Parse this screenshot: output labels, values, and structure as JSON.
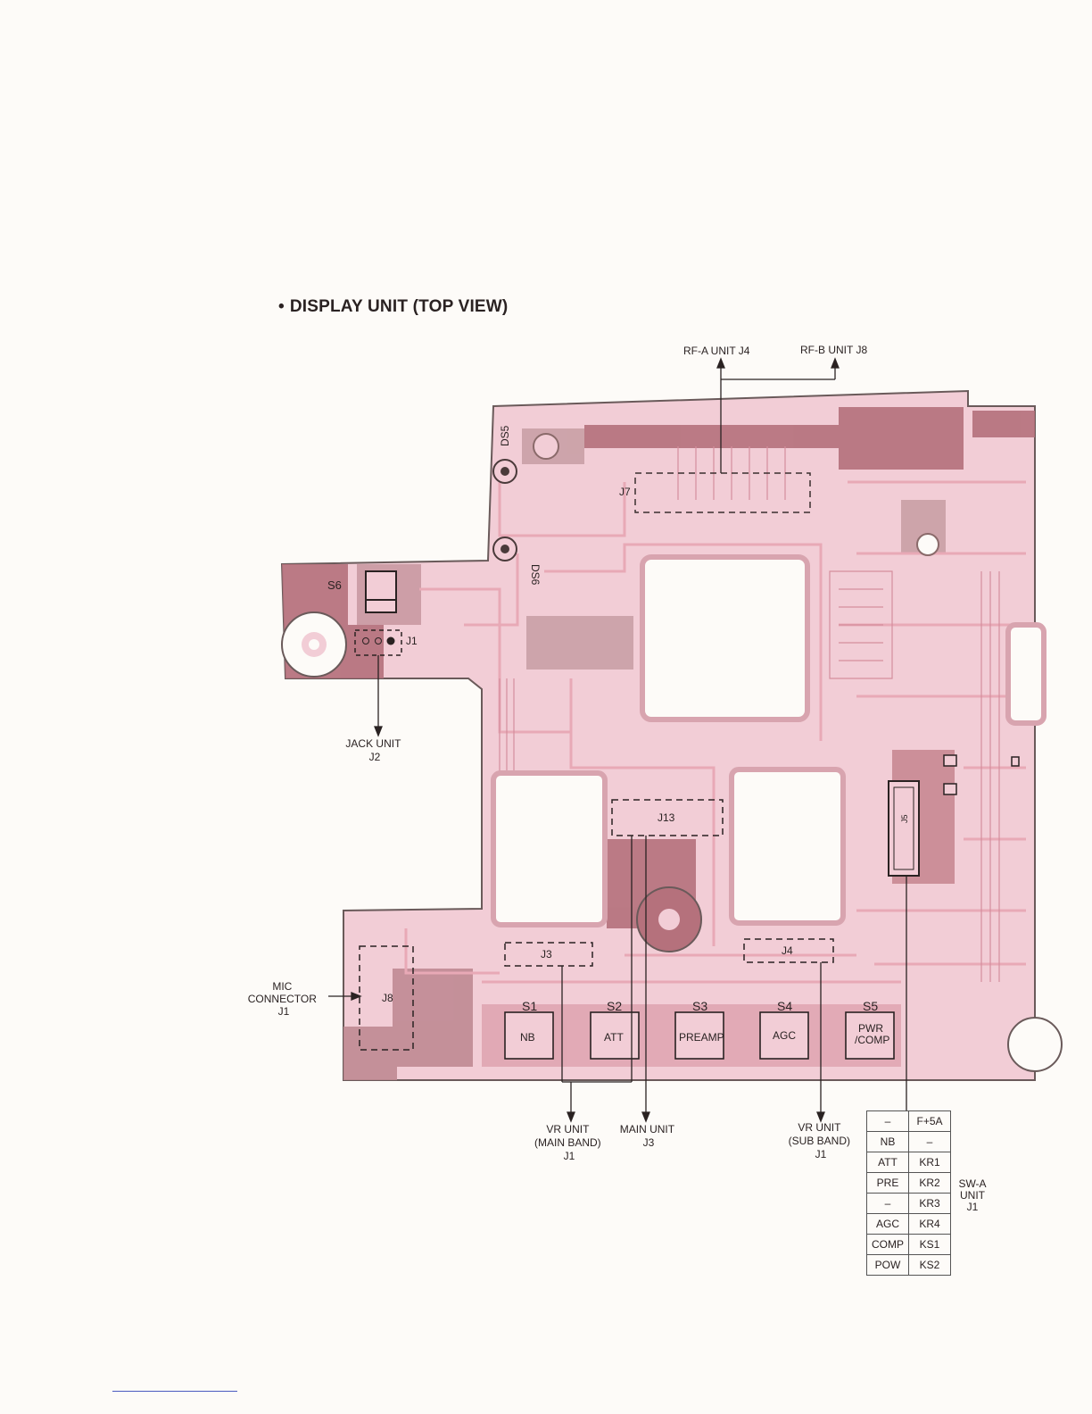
{
  "title": {
    "bullet": "•",
    "text": "DISPLAY UNIT (TOP VIEW)"
  },
  "connectors_top": {
    "rf_a": "RF-A UNIT J4",
    "rf_b": "RF-B UNIT J8"
  },
  "left_labels": {
    "jack_unit": [
      "JACK UNIT",
      "J2"
    ],
    "mic_connector": [
      "MIC",
      "CONNECTOR",
      "J1"
    ]
  },
  "bottom_labels": {
    "vr_main": [
      "VR UNIT",
      "(MAIN BAND)",
      "J1"
    ],
    "main_unit": [
      "MAIN UNIT",
      "J3"
    ],
    "vr_sub": [
      "VR UNIT",
      "(SUB BAND)",
      "J1"
    ]
  },
  "board_labels": {
    "ds5": "DS5",
    "ds6": "DS6",
    "j7": "J7",
    "s6": "S6",
    "j1": "J1",
    "j13": "J13",
    "j5": "J5",
    "j3": "J3",
    "j4": "J4",
    "j8": "J8"
  },
  "switches": [
    {
      "ref": "S1",
      "label": "NB"
    },
    {
      "ref": "S2",
      "label": "ATT"
    },
    {
      "ref": "S3",
      "label": "PREAMP"
    },
    {
      "ref": "S4",
      "label": "AGC"
    },
    {
      "ref": "S5",
      "label": "PWR",
      "label2": "/COMP"
    }
  ],
  "sw_a_table": {
    "rows": [
      [
        "–",
        "F+5A"
      ],
      [
        "NB",
        "–"
      ],
      [
        "ATT",
        "KR1"
      ],
      [
        "PRE",
        "KR2"
      ],
      [
        "–",
        "KR3"
      ],
      [
        "AGC",
        "KR4"
      ],
      [
        "COMP",
        "KS1"
      ],
      [
        "POW",
        "KS2"
      ]
    ],
    "label": [
      "SW-A",
      "UNIT",
      "J1"
    ]
  },
  "colors": {
    "board": "#f2cdd6",
    "copper": "#b5717c",
    "trace": "#e8a9b6",
    "outline": "#6a5a5a"
  }
}
